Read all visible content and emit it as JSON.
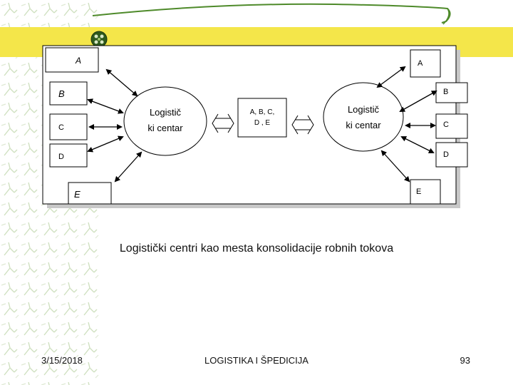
{
  "diagram": {
    "left_boxes": [
      "A",
      "B",
      "C",
      "D",
      "E"
    ],
    "right_boxes": [
      "A",
      "B",
      "C",
      "D",
      "E"
    ],
    "left_center_label": [
      "Logistič",
      "ki centar"
    ],
    "right_center_label": [
      "Logistič",
      "ki centar"
    ],
    "middle_box_label": [
      "A, B, C,",
      "D , E"
    ]
  },
  "caption": "Logistički centri kao mesta konsolidacije robnih tokova",
  "footer": {
    "date": "3/15/2018",
    "title": "LOGISTIKA I ŠPEDICIJA",
    "page": "93"
  },
  "colors": {
    "accent_yellow": "#f4e64a",
    "accent_green": "#4e8a2a",
    "pattern_green": "#cfe0c0"
  }
}
